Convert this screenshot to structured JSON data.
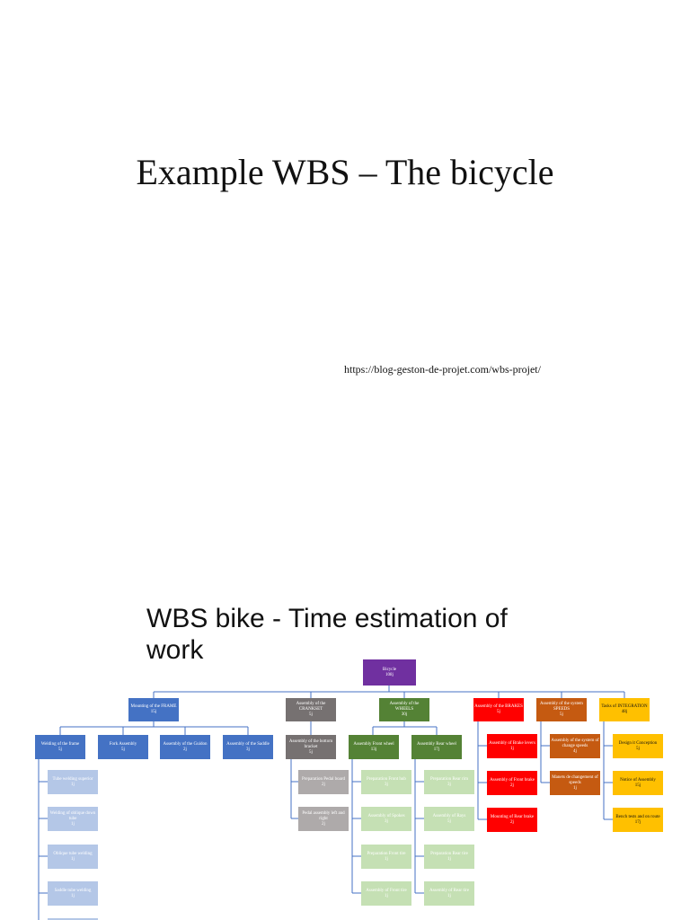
{
  "slide1": {
    "title": "Example WBS – The bicycle",
    "url": "https://blog-geston-de-projet.com/wbs-projet/"
  },
  "slide2": {
    "title": "WBS bike - Time estimation of work"
  },
  "wbs": {
    "root": {
      "label": "Bicycle",
      "value": "108j"
    },
    "branches": {
      "frame": {
        "label": "Mounting of the FRAME",
        "value": "15j"
      },
      "crankset": {
        "label": "Assembly of the CRANKSET",
        "value": "5j"
      },
      "wheels": {
        "label": "Assembly of the WHEELS",
        "value": "30j"
      },
      "brakes": {
        "label": "Assembly of the BRAKES",
        "value": "5j"
      },
      "speeds": {
        "label": "Assembly of the system SPEEDS",
        "value": "5j"
      },
      "integration": {
        "label": "Tasks of INTEGRATION",
        "value": "48j"
      }
    },
    "frame_children": {
      "welding": {
        "label": "Welding of the frame",
        "value": "5j"
      },
      "fork": {
        "label": "Fork Assembly",
        "value": "5j"
      },
      "guidon": {
        "label": "Assembly of the Guidon",
        "value": "2j"
      },
      "saddle": {
        "label": "Assembly of the Saddle",
        "value": "3j"
      }
    },
    "welding_children": [
      {
        "label": "Tube welding superior",
        "value": "1j"
      },
      {
        "label": "Welding of oblique down tube",
        "value": "1j"
      },
      {
        "label": "Oblique tube welding",
        "value": "1j"
      },
      {
        "label": "Saddle tube welding",
        "value": "1j"
      }
    ],
    "crankset_children": {
      "bracket": {
        "label": "Assembly of the bottom bracket",
        "value": "5j"
      },
      "items": [
        {
          "label": "Preparation Pedal board",
          "value": "2j"
        },
        {
          "label": "Pedal assembly left and right",
          "value": "2j"
        }
      ]
    },
    "wheels_children": {
      "front": {
        "label": "Assembly Front wheel",
        "value": "13j"
      },
      "rear": {
        "label": "Assembly Rear wheel",
        "value": "17j"
      },
      "front_items": [
        {
          "label": "Preparation Front hub",
          "value": "3j"
        },
        {
          "label": "Assembly of Spokes",
          "value": "3j"
        },
        {
          "label": "Preparation Front tire",
          "value": "1j"
        },
        {
          "label": "Assembly of Front tire",
          "value": "1j"
        }
      ],
      "rear_items": [
        {
          "label": "Preparation Rear rim",
          "value": "3j"
        },
        {
          "label": "Assembly of Rays",
          "value": "5j"
        },
        {
          "label": "Preparation Rear tire",
          "value": "1j"
        },
        {
          "label": "Assembly of Rear tire",
          "value": "1j"
        }
      ]
    },
    "brakes_children": [
      {
        "label": "Assembly of Brake levers",
        "value": "1j"
      },
      {
        "label": "Assembly of Front brake",
        "value": "2j"
      },
      {
        "label": "Mounting of Rear brake",
        "value": "2j"
      }
    ],
    "speeds_children": [
      {
        "label": "Assembly of the system of change speeds",
        "value": "4j"
      },
      {
        "label": "Manets de changement of speeds",
        "value": "1j"
      }
    ],
    "integration_children": [
      {
        "label": "Design it Conception",
        "value": "5j"
      },
      {
        "label": "Notice of Assembly",
        "value": "15j"
      },
      {
        "label": "Bench tests and on route",
        "value": "17j"
      }
    ]
  }
}
